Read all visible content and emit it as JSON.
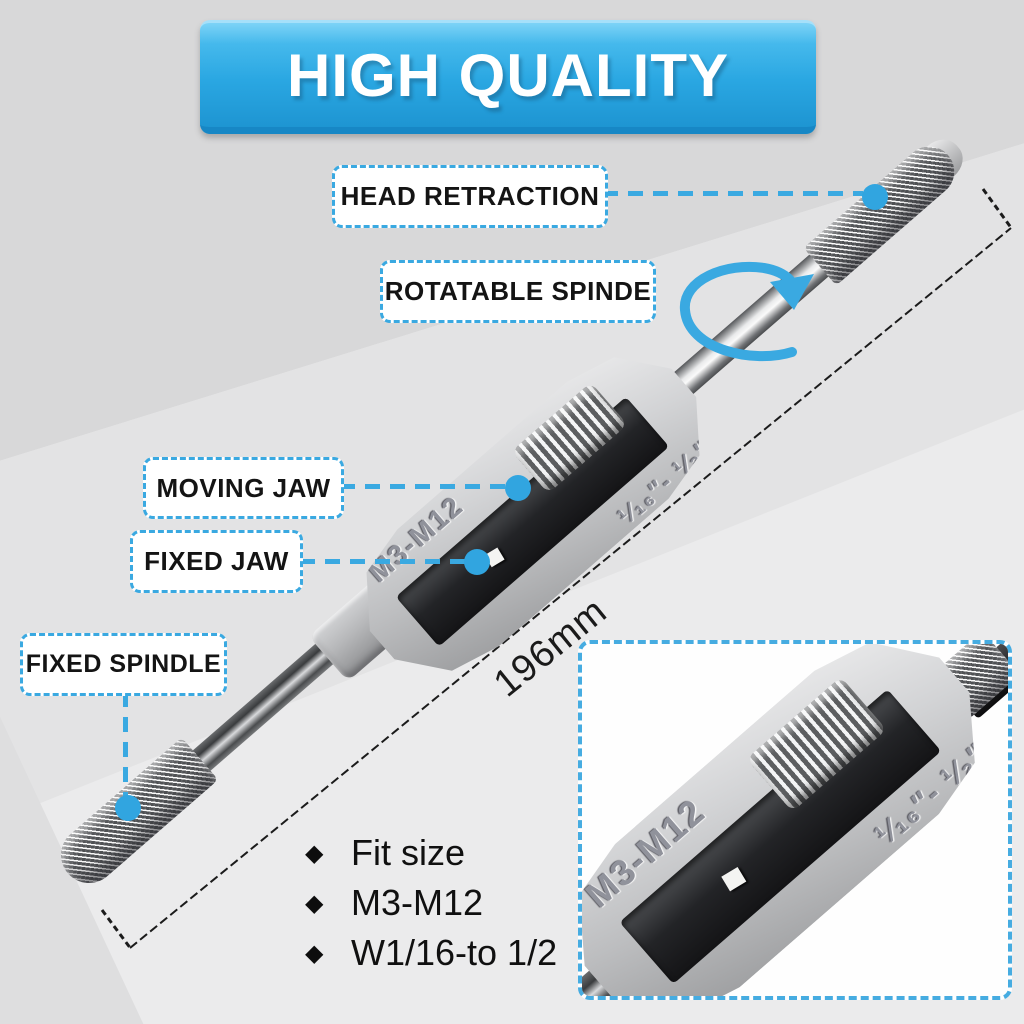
{
  "banner": {
    "title": "HIGH QUALITY"
  },
  "callouts": {
    "head_retraction": "HEAD RETRACTION",
    "rotatable_spindle": "ROTATABLE SPINDE",
    "moving_jaw": "MOVING JAW",
    "fixed_jaw": "FIXED JAW",
    "fixed_spindle": "FIXED SPINDLE"
  },
  "dimension": {
    "label": "196mm"
  },
  "tool": {
    "engraving_metric": "M3-M12",
    "engraving_imperial": "¹⁄₁₆″- ¹⁄₂″"
  },
  "features": {
    "bullet": "◆",
    "items": [
      "Fit size",
      "M3-M12",
      "W1/16-to 1/2"
    ]
  },
  "colors": {
    "accent_blue": "#3AA9E1",
    "banner_blue": "#2AA7E2",
    "dimension_line": "#1b1b1b",
    "background_gray": "#ebebec"
  }
}
